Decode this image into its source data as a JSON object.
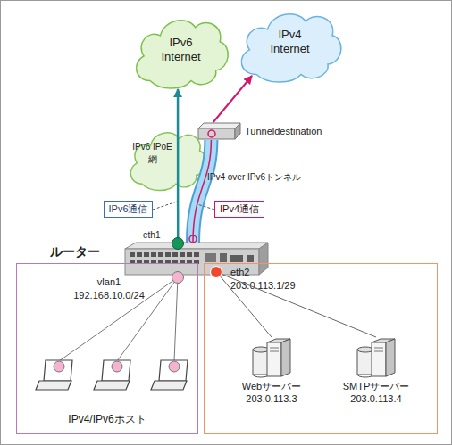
{
  "diagram": {
    "nodes": [
      {
        "text": [
          "IPv6 Internet"
        ]
      },
      {
        "text": [
          "IPv4 Internet"
        ]
      },
      {
        "text": [
          "IPv6 IPoE網"
        ]
      },
      {
        "text": [
          "Tunneldestination"
        ]
      },
      {
        "text": [
          "IPv6通信"
        ]
      },
      {
        "text": [
          "IPv4通信"
        ]
      },
      {
        "text": [
          "ルーター"
        ]
      },
      {
        "text": [
          "vlan1 192.168.10.0/24",
          "IPv4/IPv6ホスト"
        ]
      },
      {
        "text": [
          "eth2 203.0.113.1/29"
        ]
      },
      {
        "text": [
          "Webサーバー 203.0.113.3"
        ],
        "in": 8
      },
      {
        "text": [
          "SMTPサーバー 203.0.113.4"
        ],
        "in": 8
      }
    ],
    "edges": [
      {
        "from": 6,
        "to": 0,
        "arrow": "to"
      },
      {
        "from": 6,
        "to": 3,
        "arrow": "none"
      },
      {
        "from": 3,
        "to": 1,
        "arrow": "to"
      },
      {
        "from": 6,
        "to": 9,
        "arrow": "none"
      },
      {
        "from": 6,
        "to": 10,
        "arrow": "none"
      }
    ],
    "labels": [
      "eth1",
      "IPv4 over IPv6トンネル"
    ]
  }
}
